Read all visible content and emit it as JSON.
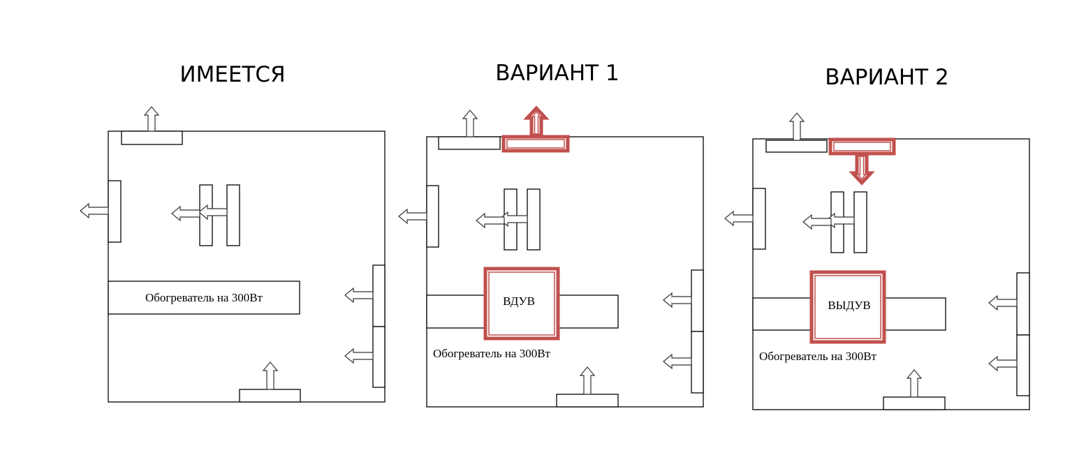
{
  "panels": [
    {
      "title": "ИМЕЕТСЯ",
      "heater_label": "Обогреватель на 300Вт"
    },
    {
      "title": "ВАРИАНТ 1",
      "heater_label": "Обогреватель на 300Вт",
      "unit_label": "ВДУВ"
    },
    {
      "title": "ВАРИАНТ 2",
      "heater_label": "Обогреватель на 300Вт",
      "unit_label": "ВЫДУВ"
    }
  ],
  "colors": {
    "accent": "#c0504d",
    "line": "#000000"
  }
}
